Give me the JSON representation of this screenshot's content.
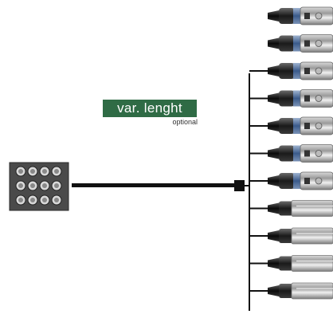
{
  "cable_label": {
    "title": "var. lenght",
    "note": "optional"
  },
  "stagebox": {
    "icon": "stagebox-12-socket-icon",
    "rows": 3,
    "columns": 4
  },
  "fanout": {
    "connectors": [
      {
        "type": "xlr-female",
        "attached": false
      },
      {
        "type": "xlr-female",
        "attached": false
      },
      {
        "type": "xlr-female",
        "attached": true
      },
      {
        "type": "xlr-female",
        "attached": true
      },
      {
        "type": "xlr-female",
        "attached": true
      },
      {
        "type": "xlr-female",
        "attached": true
      },
      {
        "type": "xlr-female",
        "attached": true
      },
      {
        "type": "xlr-male",
        "attached": true
      },
      {
        "type": "xlr-male",
        "attached": true
      },
      {
        "type": "xlr-male",
        "attached": true
      },
      {
        "type": "xlr-male",
        "attached": true
      }
    ]
  },
  "colors": {
    "label_bg": "#2f6b45",
    "cable": "#111111",
    "stagebox_body": "#4a4a4a"
  }
}
